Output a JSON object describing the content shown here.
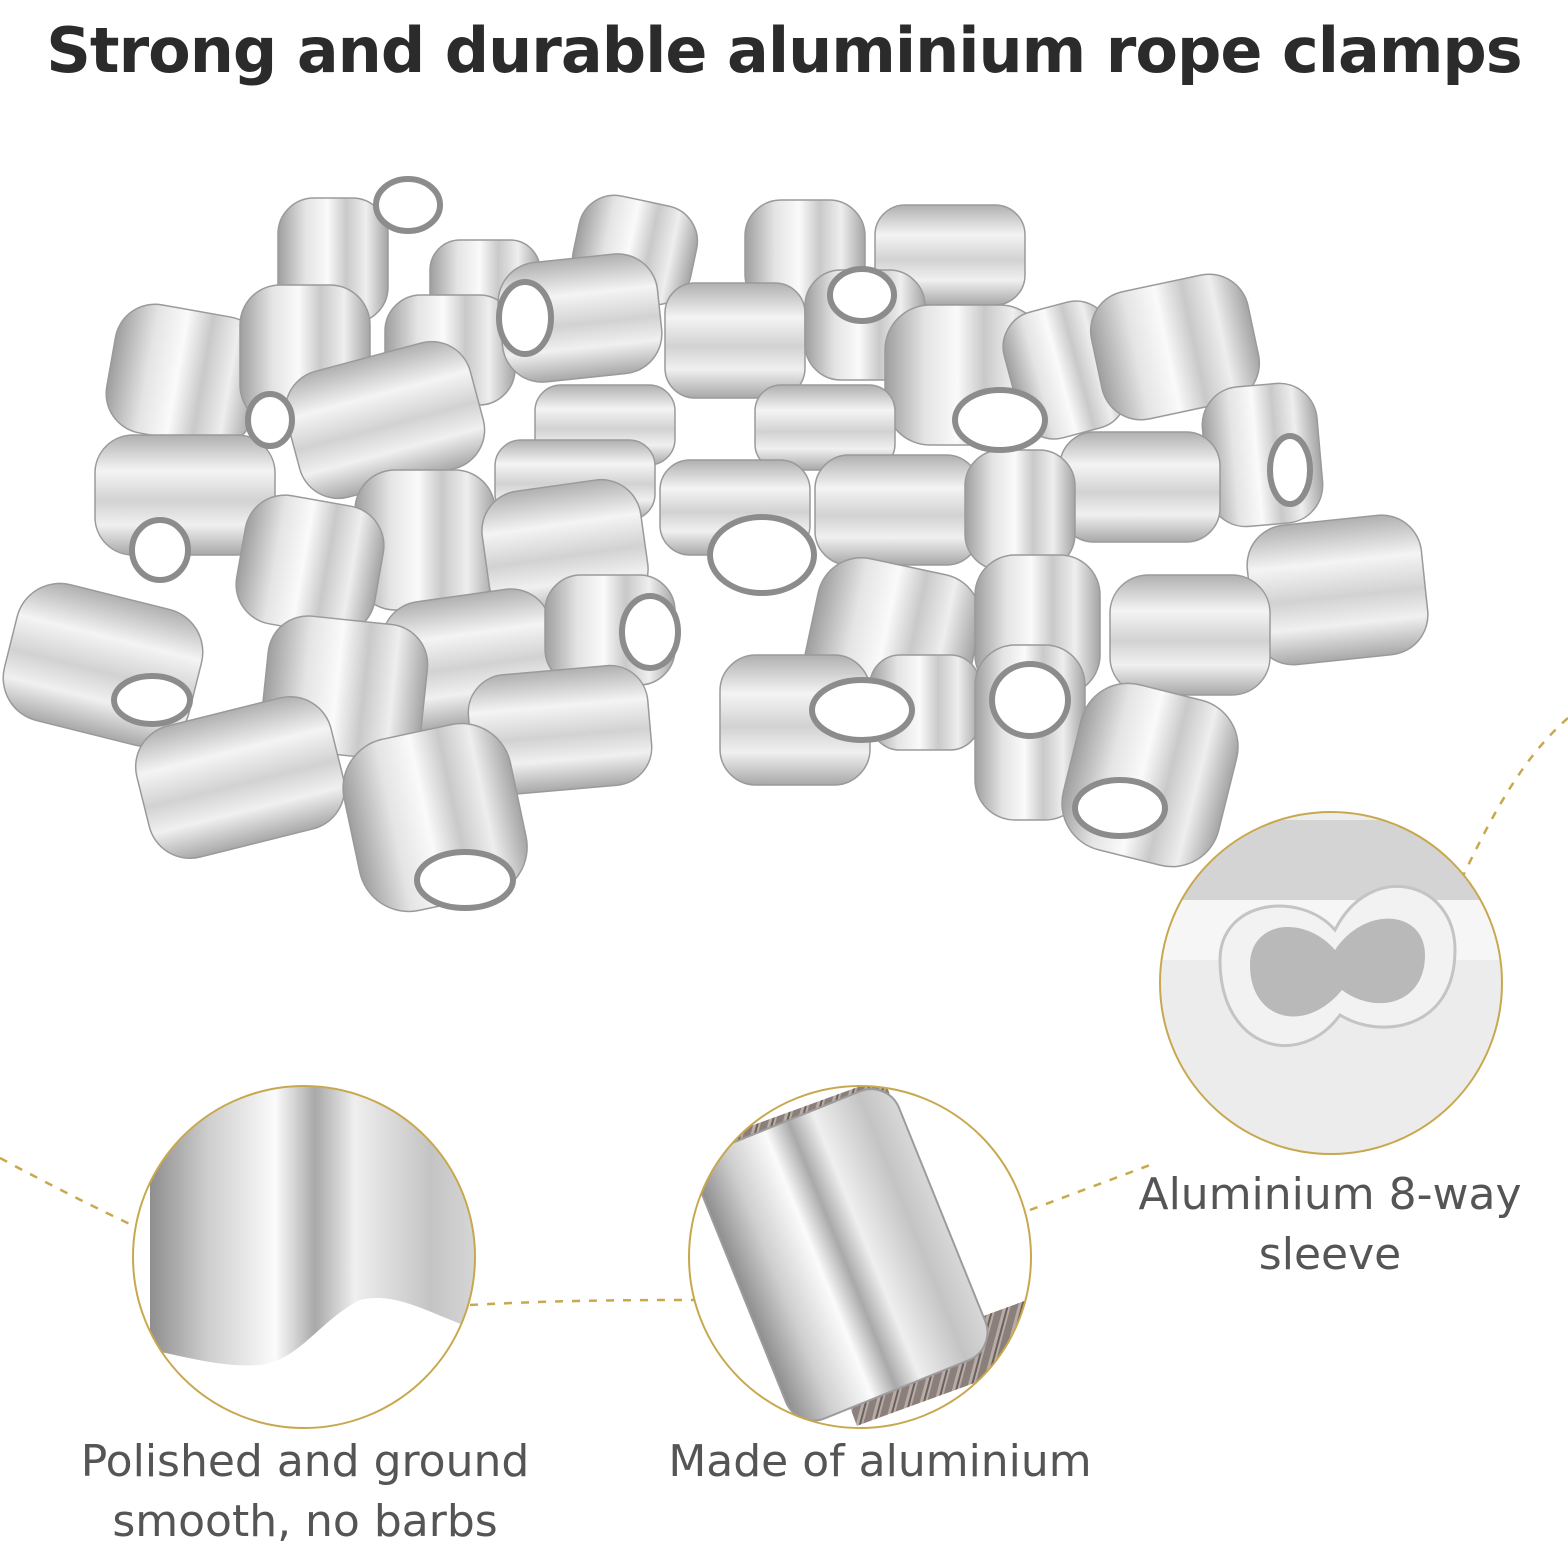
{
  "title": "Strong and durable aluminium rope clamps",
  "features": [
    {
      "line1": "Aluminium 8-way",
      "line2": "sleeve"
    },
    {
      "line1": "Polished and ground",
      "line2": "smooth, no barbs"
    },
    {
      "line1": "Made of aluminium"
    }
  ],
  "colors": {
    "title": "#2b2b2b",
    "label": "#555555",
    "accent": "#c8a84e",
    "metal_light": "#f2f2f2",
    "metal_dark": "#a9a9a9"
  }
}
